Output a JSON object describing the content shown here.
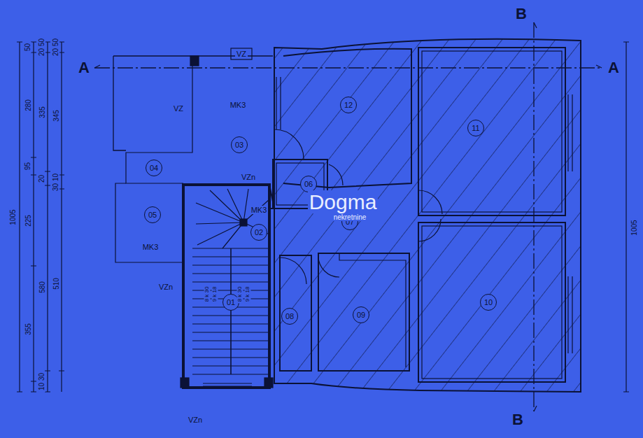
{
  "diagram": {
    "nodes": [
      {
        "text": [
          "01"
        ]
      },
      {
        "text": [
          "02"
        ]
      },
      {
        "text": [
          "03"
        ]
      },
      {
        "text": [
          "04"
        ]
      },
      {
        "text": [
          "05"
        ]
      },
      {
        "text": [
          "06"
        ]
      },
      {
        "text": [
          "07"
        ]
      },
      {
        "text": [
          "08"
        ]
      },
      {
        "text": [
          "09"
        ]
      },
      {
        "text": [
          "10"
        ]
      },
      {
        "text": [
          "11"
        ]
      },
      {
        "text": [
          "12"
        ]
      }
    ],
    "labels": [
      "A",
      "A",
      "B",
      "B",
      "VZ",
      "VZ",
      "MK3",
      "VZn",
      "MK3",
      "MK3",
      "VZn",
      "VZn",
      "8 k 30",
      "9 k 18",
      "8 k 30",
      "9 k 18",
      "1005",
      "50",
      "280",
      "95",
      "225",
      "355",
      "20 50",
      "335",
      "20",
      "580",
      "10 30",
      "20 50",
      "345",
      "30 10",
      "510",
      "1005",
      "Dogma",
      "nekretnine"
    ]
  }
}
